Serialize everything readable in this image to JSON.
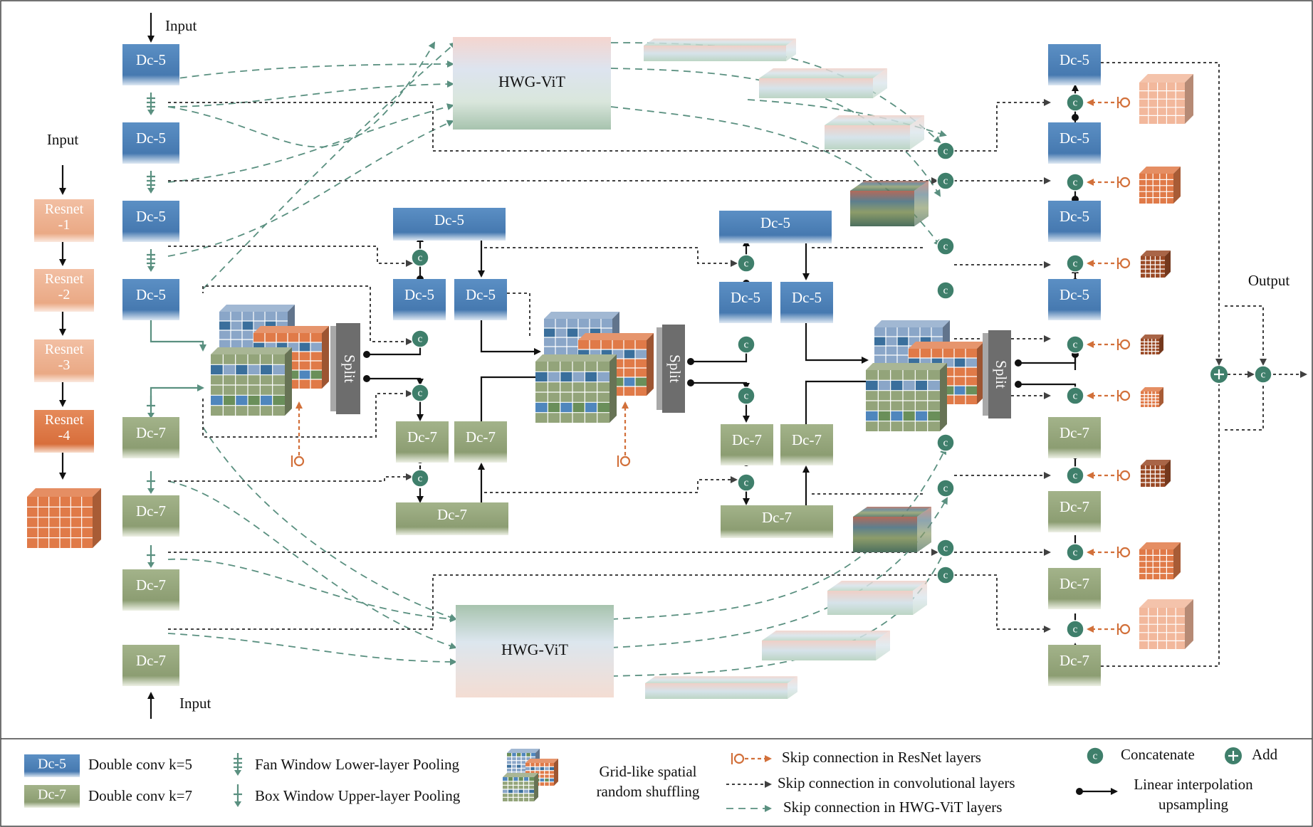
{
  "inputs": {
    "top": "Input",
    "left": "Input",
    "bottom": "Input"
  },
  "output": "Output",
  "blocks": {
    "dc5": "Dc-5",
    "dc7": "Dc-7",
    "resnet": [
      "Resnet -1",
      "Resnet -2",
      "Resnet -3",
      "Resnet -4"
    ],
    "vit": "HWG-ViT",
    "split": "Split",
    "concat_symbol": "c"
  },
  "legend": {
    "dc5_tag": "Dc-5",
    "dc5_desc": "Double conv k=5",
    "dc7_tag": "Dc-7",
    "dc7_desc": "Double conv k=7",
    "fan_pool": "Fan Window Lower-layer Pooling",
    "box_pool": "Box Window Upper-layer Pooling",
    "shuffle_line1": "Grid-like spatial",
    "shuffle_line2": "random shuffling",
    "skip_resnet": "Skip connection in ResNet layers",
    "skip_conv": "Skip connection in convolutional layers",
    "skip_vit": "Skip connection in HWG-ViT layers",
    "concat": "Concatenate",
    "concat_symbol": "c",
    "add": "Add",
    "upsample_line1": "Linear interpolation",
    "upsample_line2": "upsampling"
  },
  "colors": {
    "dc5": "#4f86bd",
    "dc7": "#93a47a",
    "resnet_light": "#edb394",
    "resnet_dark": "#e07a48",
    "split": "#6d6d6d",
    "node": "#3f7f6b",
    "vit_dash": "#5a9080",
    "conv_dash": "#404040",
    "resnet_dash": "#d2703a"
  }
}
